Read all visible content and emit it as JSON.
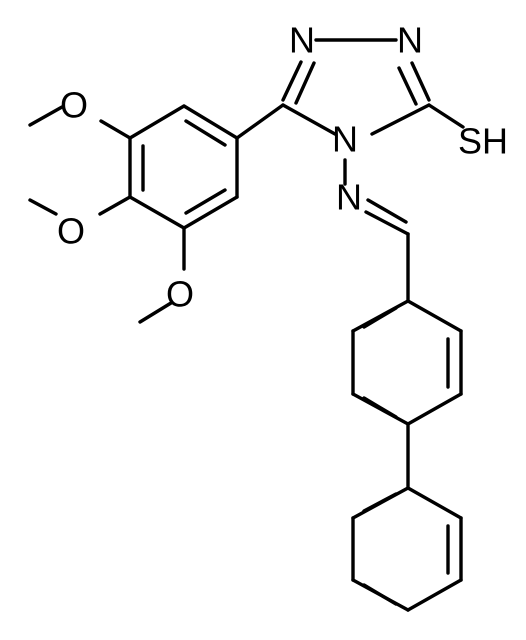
{
  "atom_labels": {
    "n1": "N",
    "n2": "N",
    "n4": "N",
    "n_imine": "N",
    "sh": "SH",
    "o_top": "O",
    "o_mid": "O",
    "o_bot": "O"
  }
}
